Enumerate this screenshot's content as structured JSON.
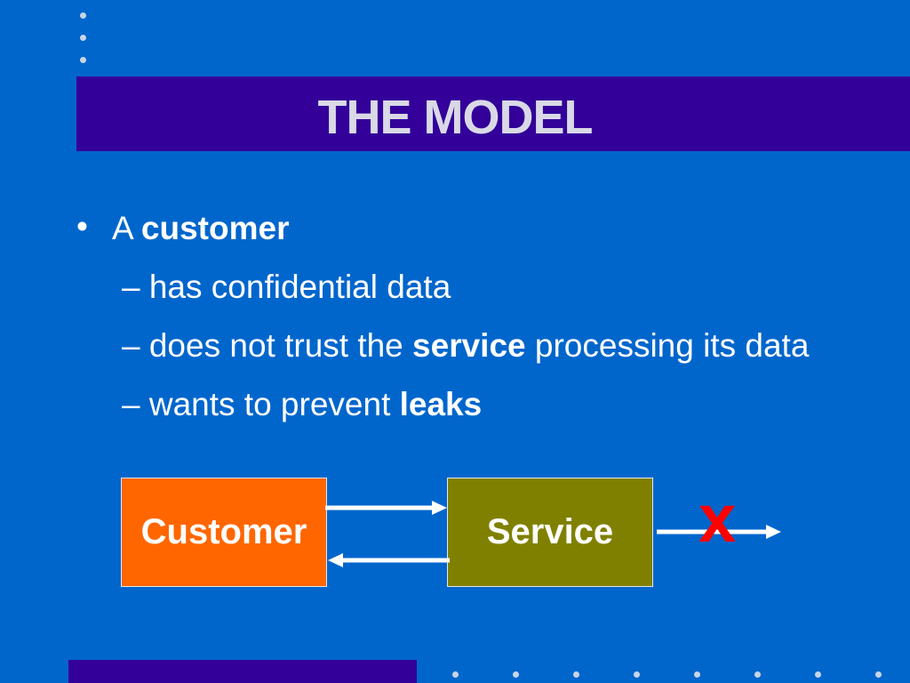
{
  "title": "THE MODEL",
  "bullets": {
    "main": {
      "bullet": "•",
      "prefix": "A ",
      "bold": "customer"
    },
    "subs": [
      {
        "dash": "– ",
        "text": "has confidential data"
      },
      {
        "dash": "– ",
        "pre": "does not trust the ",
        "bold": "service",
        "post": " processing its data"
      },
      {
        "dash": "– ",
        "pre": "wants to prevent ",
        "bold": "leaks"
      }
    ]
  },
  "diagram": {
    "customer_label": "Customer",
    "service_label": "Service",
    "block_mark": "x"
  },
  "colors": {
    "background": "#0066cc",
    "band": "#330099",
    "customer_box": "#ff6600",
    "service_box": "#808000",
    "x_mark": "#ff0000"
  }
}
